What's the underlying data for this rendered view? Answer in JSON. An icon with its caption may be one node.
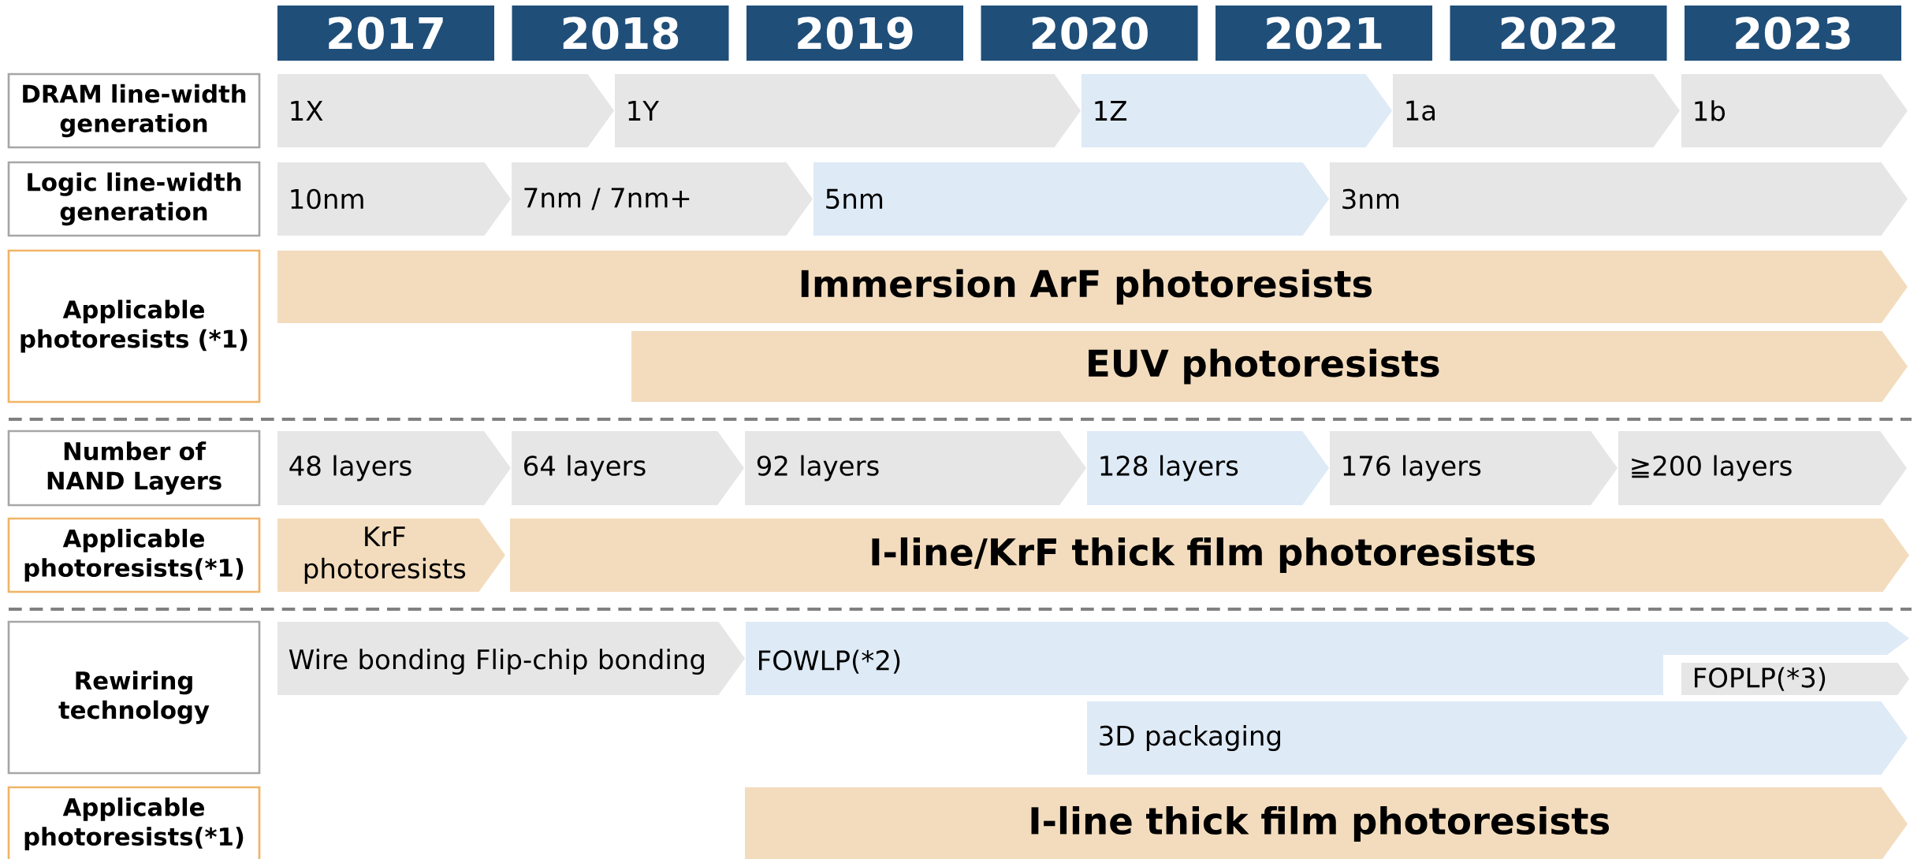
{
  "diagram": {
    "nodes": [
      {
        "text": [
          "2017"
        ]
      },
      {
        "text": [
          "2018"
        ]
      },
      {
        "text": [
          "2019"
        ]
      },
      {
        "text": [
          "2020"
        ]
      },
      {
        "text": [
          "2021"
        ]
      },
      {
        "text": [
          "2022"
        ]
      },
      {
        "text": [
          "2023"
        ]
      },
      {
        "text": [
          "DRAM line-width generation"
        ]
      },
      {
        "text": [
          "1X"
        ]
      },
      {
        "text": [
          "1Y"
        ]
      },
      {
        "text": [
          "1Z"
        ]
      },
      {
        "text": [
          "1a"
        ]
      },
      {
        "text": [
          "1b"
        ]
      },
      {
        "text": [
          "Logic line-width generation"
        ]
      },
      {
        "text": [
          "10nm"
        ]
      },
      {
        "text": [
          "7nm / 7nm+"
        ]
      },
      {
        "text": [
          "5nm"
        ]
      },
      {
        "text": [
          "3nm"
        ]
      },
      {
        "text": [
          "Applicable photoresists (*1)"
        ]
      },
      {
        "text": [
          "Immersion  ArF photoresists"
        ]
      },
      {
        "text": [
          "EUV photoresists"
        ]
      },
      {
        "text": [
          "Number of NAND Layers"
        ]
      },
      {
        "text": [
          "48 layers"
        ]
      },
      {
        "text": [
          "64 layers"
        ]
      },
      {
        "text": [
          "92 layers"
        ]
      },
      {
        "text": [
          "128 layers"
        ]
      },
      {
        "text": [
          "176 layers"
        ]
      },
      {
        "text": [
          "≧200 layers"
        ]
      },
      {
        "text": [
          "Applicable photoresists(*1)"
        ]
      },
      {
        "text": [
          "KrF photoresists"
        ]
      },
      {
        "text": [
          "I-line/KrF thick film photoresists"
        ]
      },
      {
        "text": [
          "Rewiring technology"
        ]
      },
      {
        "text": [
          "Wire bonding Flip-chip bonding"
        ]
      },
      {
        "text": [
          "FOWLP(*2)"
        ]
      },
      {
        "text": [
          "FOPLP(*3)"
        ]
      },
      {
        "text": [
          "3D packaging"
        ]
      },
      {
        "text": [
          "Applicable photoresists(*1)"
        ]
      },
      {
        "text": [
          "I-line thick film photoresists"
        ]
      }
    ]
  }
}
